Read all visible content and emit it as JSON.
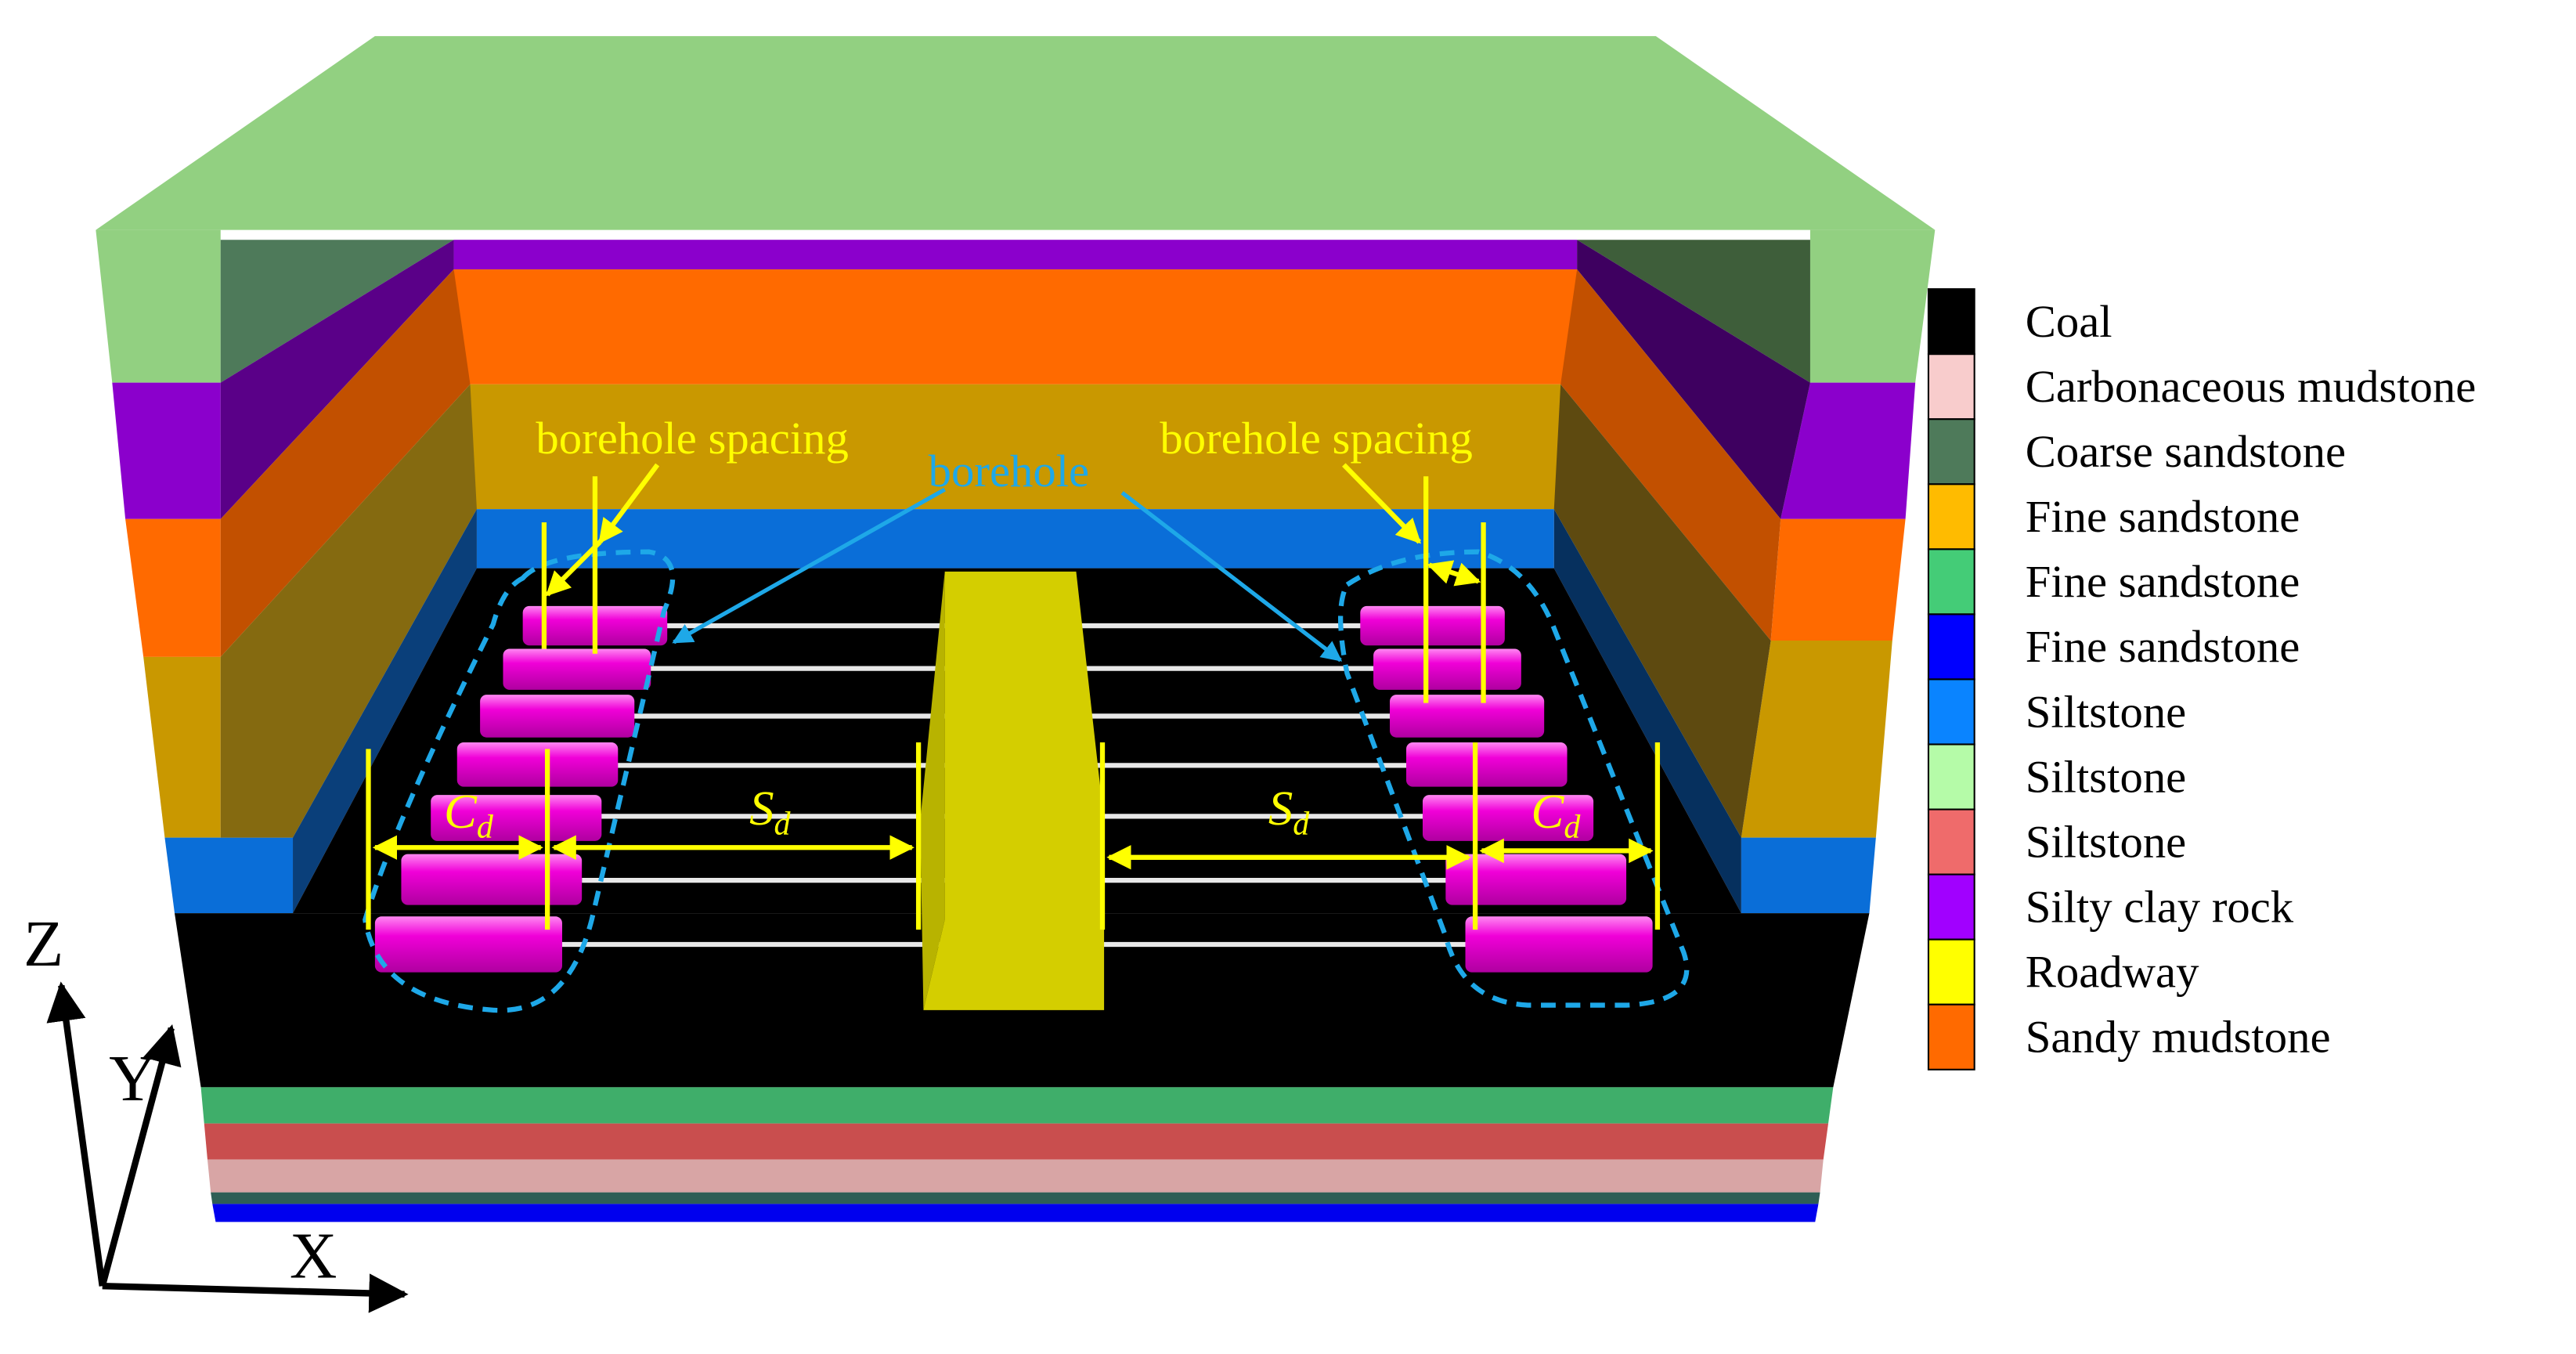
{
  "annotations": {
    "spacing_left": "borehole spacing",
    "spacing_right": "borehole spacing",
    "borehole": "borehole",
    "cd_main": "C",
    "cd_sub": "d",
    "sd_main": "S",
    "sd_sub": "d"
  },
  "axes": {
    "x": "X",
    "y": "Y",
    "z": "Z"
  },
  "legend": [
    {
      "label": "Coal",
      "color": "#000000"
    },
    {
      "label": "Carbonaceous mudstone",
      "color": "#F8CCCC"
    },
    {
      "label": "Coarse sandstone",
      "color": "#4E7A5A"
    },
    {
      "label": "Fine sandstone",
      "color": "#FFBB00"
    },
    {
      "label": "Fine sandstone",
      "color": "#44CC77"
    },
    {
      "label": "Fine sandstone",
      "color": "#0000FF"
    },
    {
      "label": "Siltstone",
      "color": "#0A84FF"
    },
    {
      "label": "Siltstone",
      "color": "#B5FBA8"
    },
    {
      "label": "Siltstone",
      "color": "#EF6B6B"
    },
    {
      "label": "Silty clay rock",
      "color": "#A100FF"
    },
    {
      "label": "Roadway",
      "color": "#FFFF00"
    },
    {
      "label": "Sandy mudstone",
      "color": "#FF6A00"
    }
  ],
  "colors": {
    "top_layer": "#92D081",
    "roadway": "#D4CE00",
    "borehole_cylinder": "#F000D8",
    "annotation_yellow": "#FFFF00",
    "annotation_blue": "#1EA8E8"
  }
}
